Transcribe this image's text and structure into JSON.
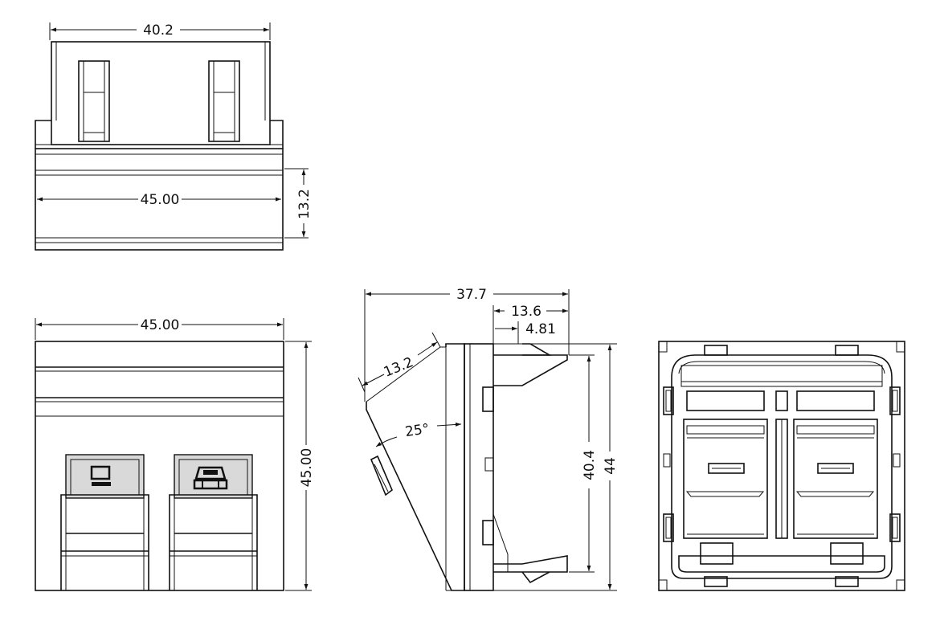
{
  "dimensions": {
    "top_view_width": "40.2",
    "top_view_base_width": "45.00",
    "top_view_height": "13.2",
    "front_view_width": "45.00",
    "front_view_height": "45.00",
    "side_overall_depth": "37.7",
    "side_depth_upper": "13.6",
    "side_depth_small": "4.81",
    "side_angled_face": "13.2",
    "side_angle": "25°",
    "side_inner_height": "40.4",
    "side_overall_height": "44"
  },
  "icons": {
    "left_port_icon": "computer-monitor-icon",
    "right_port_icon": "telephone-icon"
  }
}
